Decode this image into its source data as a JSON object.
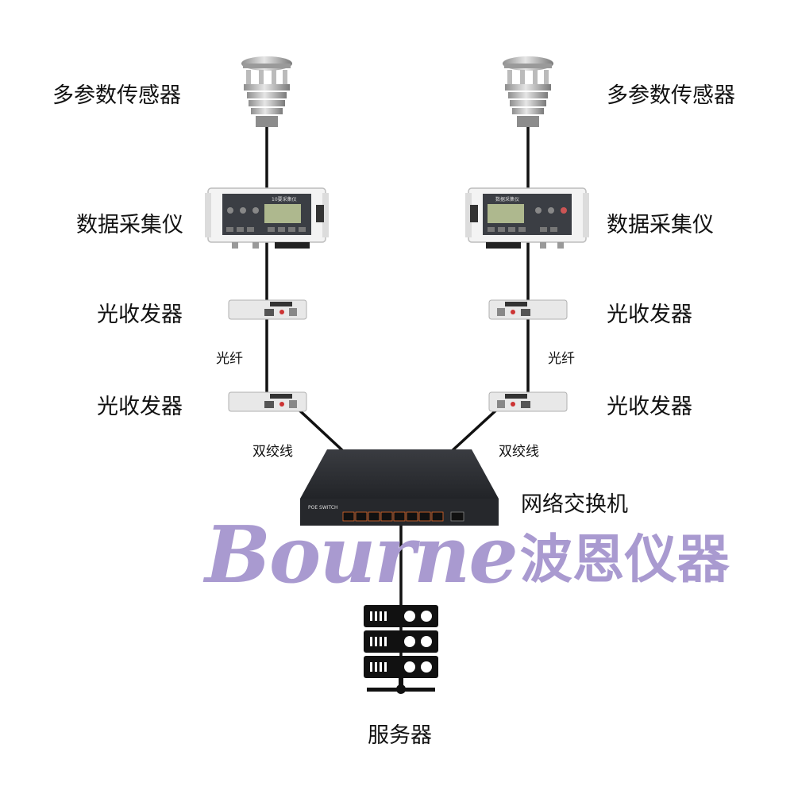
{
  "labels": {
    "sensor": "多参数传感器",
    "collector": "数据采集仪",
    "transceiver": "光收发器",
    "fiber": "光纤",
    "twisted_pair": "双绞线",
    "switch": "网络交换机",
    "server": "服务器"
  },
  "devices": {
    "collector_screen_left": "10要采集仪",
    "collector_screen_right": "数据采集仪",
    "switch_brand": "POE SWITCH"
  },
  "watermark": {
    "latin": "Bourne",
    "cjk": "波恩仪器"
  },
  "colors": {
    "line": "#111111",
    "watermark": "#a99ad0",
    "switch_body": "#2b2d31",
    "port_accent": "#e46a2a"
  }
}
